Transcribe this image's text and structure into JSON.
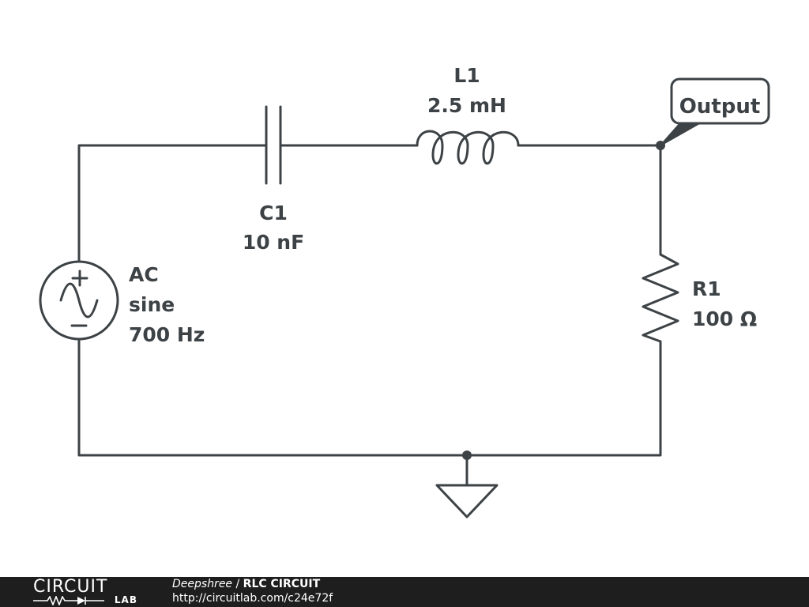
{
  "components": {
    "source": {
      "line1": "AC",
      "line2": "sine",
      "line3": "700 Hz"
    },
    "capacitor": {
      "name": "C1",
      "value": "10 nF"
    },
    "inductor": {
      "name": "L1",
      "value": "2.5 mH"
    },
    "resistor": {
      "name": "R1",
      "value": "100 Ω"
    },
    "output_label": "Output"
  },
  "footer": {
    "logo_top": "CIRCUIT",
    "logo_sub": "LAB",
    "author": "Deepshree",
    "separator": " / ",
    "title": "RLC CIRCUIT",
    "url": "http://circuitlab.com/c24e72f"
  },
  "colors": {
    "wire": "#3c4245",
    "footer_bg": "#1e1e1e",
    "footer_text": "#ffffff"
  }
}
